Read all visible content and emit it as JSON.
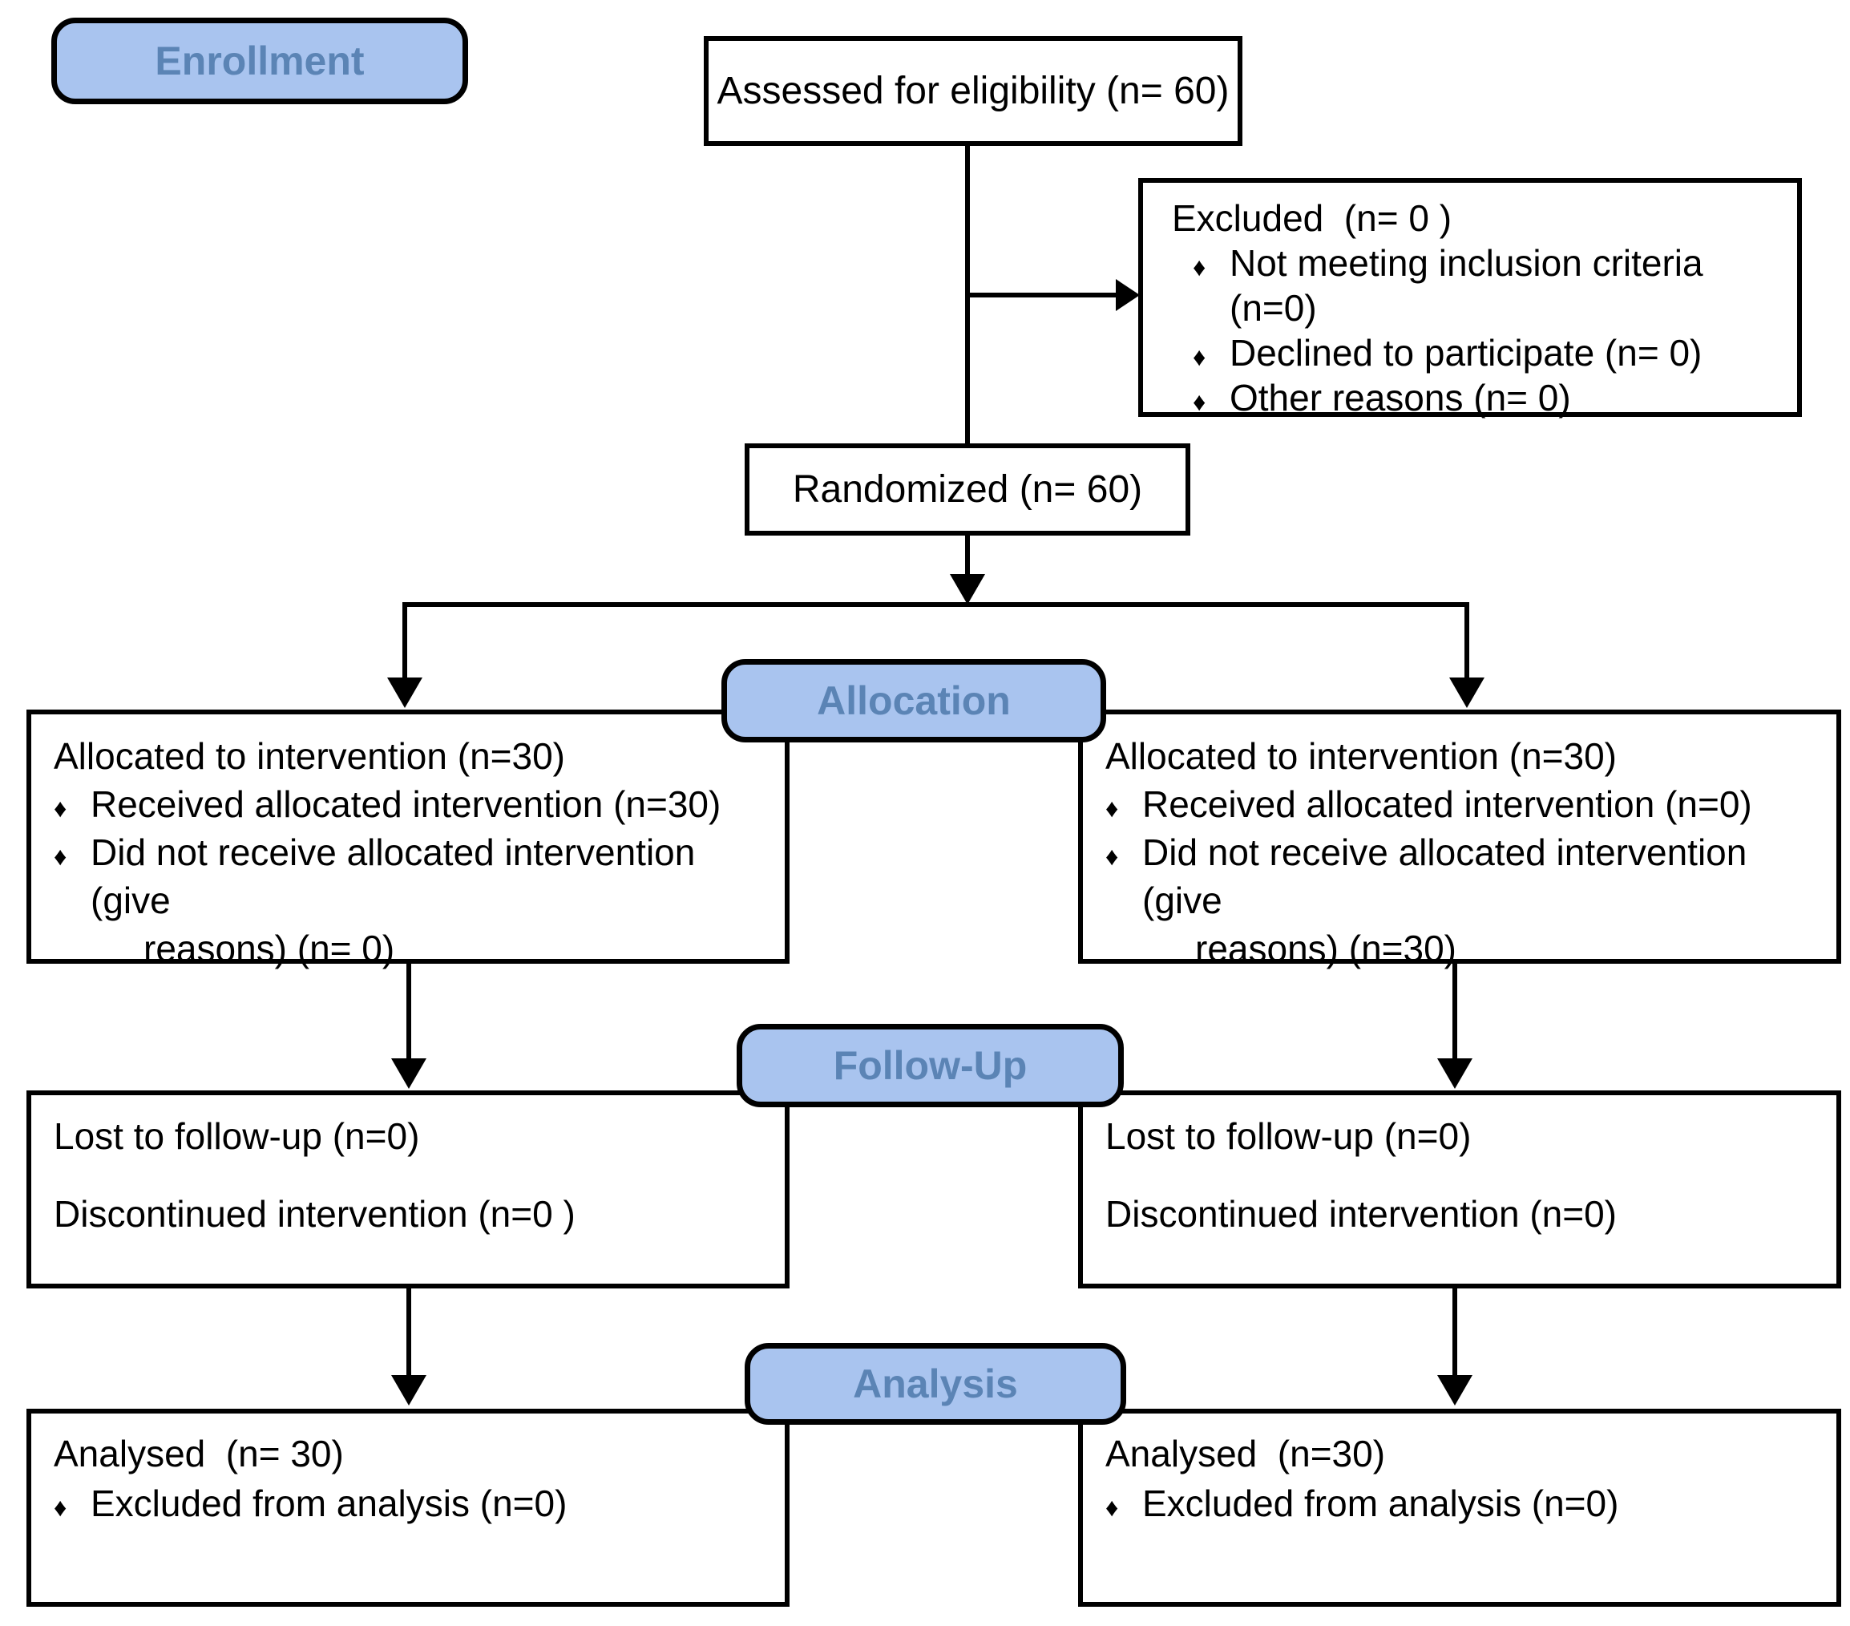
{
  "diagram_title": "CONSORT participant flow diagram",
  "bullet_glyph": "♦",
  "colors": {
    "label_fill": "#a9c4ef",
    "label_text": "#5b84b5",
    "box_border": "#000000",
    "background": "#ffffff"
  },
  "stage_labels": {
    "enrollment": "Enrollment",
    "allocation": "Allocation",
    "followup": "Follow-Up",
    "analysis": "Analysis"
  },
  "boxes": {
    "assessed": {
      "text": "Assessed for eligibility (n= 60)"
    },
    "excluded": {
      "title": "Excluded  (n= 0 )",
      "bullets": [
        "Not meeting inclusion criteria (n=0)",
        "Declined to participate (n= 0)",
        "Other reasons (n= 0)"
      ]
    },
    "randomized": {
      "text": "Randomized (n= 60)"
    },
    "alloc_left": {
      "title": "Allocated to intervention (n=30)",
      "bullet1": "Received allocated intervention (n=30)",
      "bullet2_line1": "Did not receive allocated intervention (give",
      "bullet2_line2": "reasons) (n= 0)"
    },
    "alloc_right": {
      "title": "Allocated to intervention (n=30)",
      "bullet1": "Received allocated intervention (n=0)",
      "bullet2_line1": "Did not receive allocated intervention (give",
      "bullet2_line2": "reasons) (n=30)"
    },
    "followup_left": {
      "line1": "Lost to follow-up (n=0)",
      "line2": "Discontinued intervention (n=0 )"
    },
    "followup_right": {
      "line1": "Lost to follow-up (n=0)",
      "line2": "Discontinued intervention (n=0)"
    },
    "analysis_left": {
      "title": "Analysed  (n= 30)",
      "bullet1": "Excluded from analysis (n=0)"
    },
    "analysis_right": {
      "title": "Analysed  (n=30)",
      "bullet1": "Excluded from analysis (n=0)"
    }
  }
}
